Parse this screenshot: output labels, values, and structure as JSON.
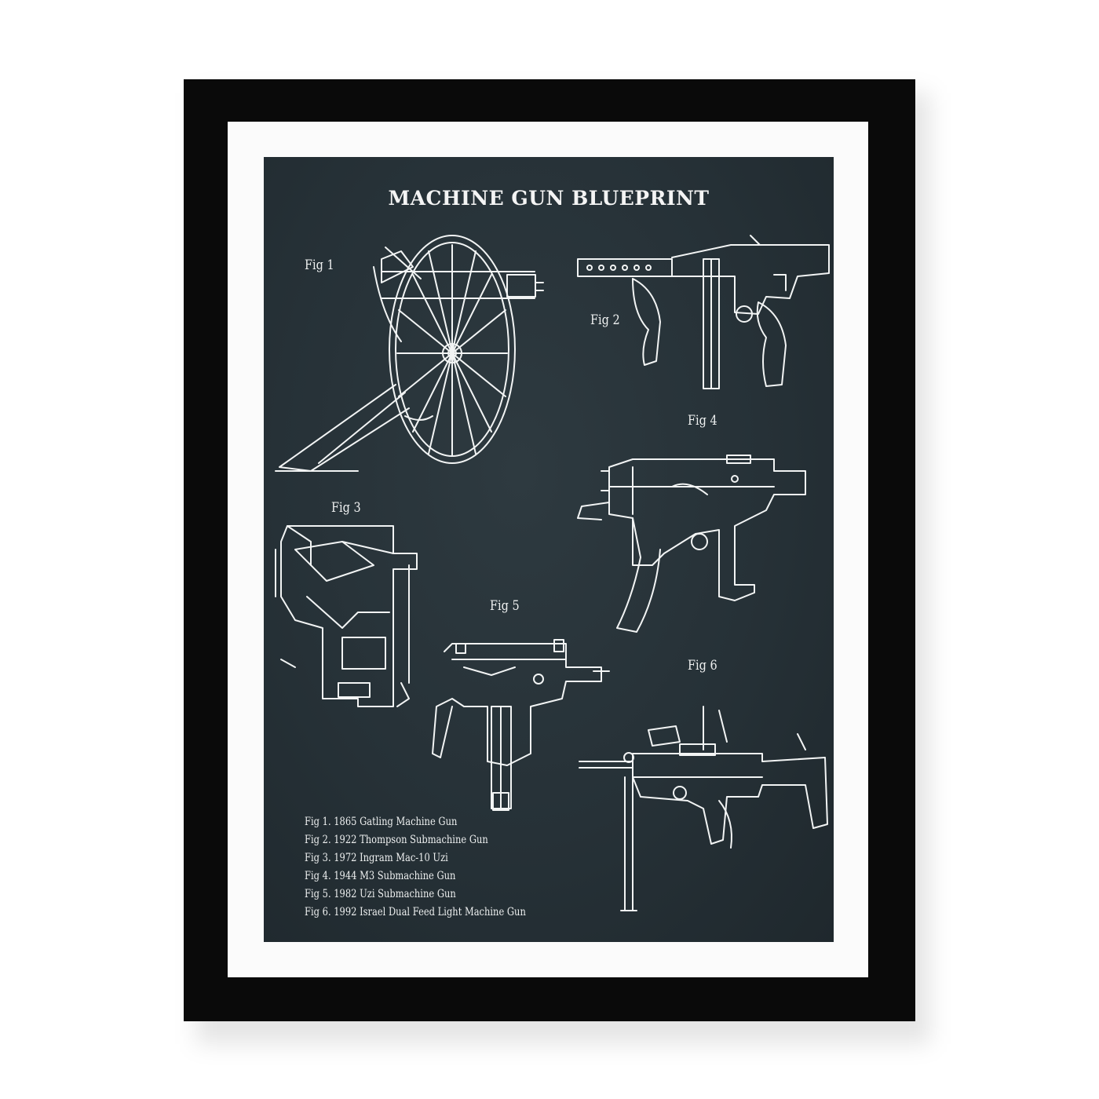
{
  "poster": {
    "title": "MACHINE GUN BLUEPRINT",
    "figures": [
      {
        "label": "Fig 1"
      },
      {
        "label": "Fig 2"
      },
      {
        "label": "Fig 3"
      },
      {
        "label": "Fig 4"
      },
      {
        "label": "Fig 5"
      },
      {
        "label": "Fig 6"
      }
    ],
    "legend": [
      "Fig 1. 1865 Gatling Machine Gun",
      "Fig 2. 1922 Thompson Submachine Gun",
      "Fig 3. 1972 Ingram Mac-10 Uzi",
      "Fig 4. 1944 M3 Submachine Gun",
      "Fig 5. 1982 Uzi Submachine Gun",
      "Fig 6. 1992 Israel Dual Feed Light Machine Gun"
    ]
  },
  "colors": {
    "frame": "#0a0a0a",
    "mat": "#fbfbfb",
    "paper": "#263137",
    "ink": "#f4f4f4"
  }
}
